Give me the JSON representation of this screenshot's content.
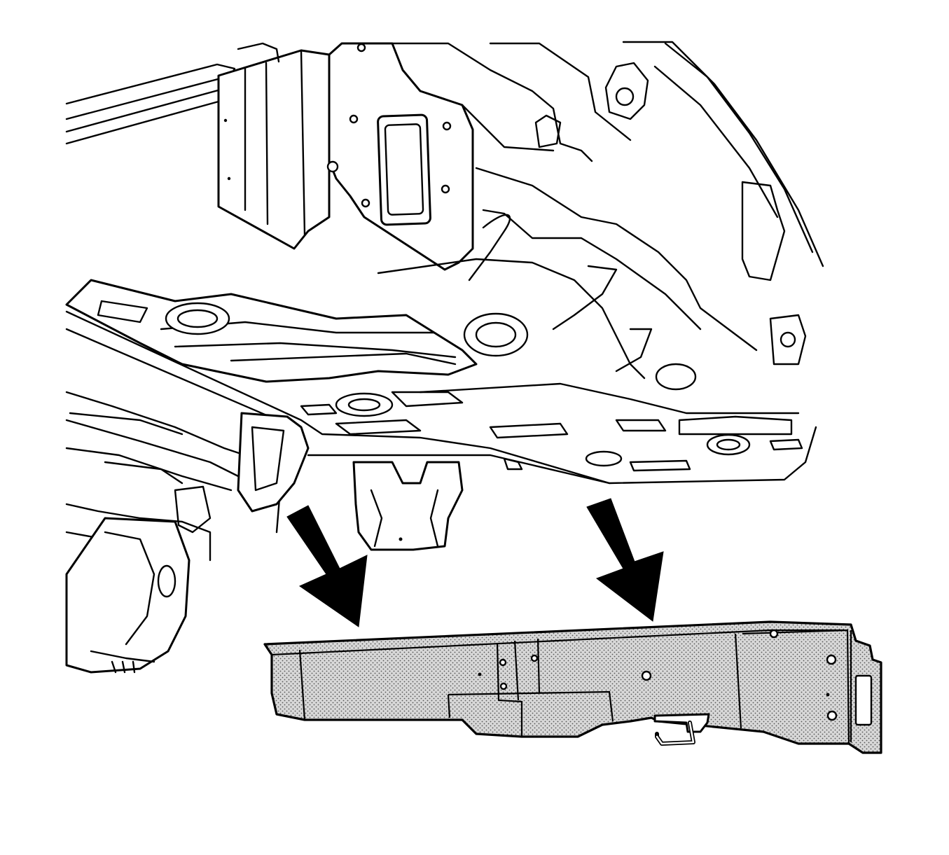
{
  "diagram": {
    "style": "black line-art technical illustration",
    "background_color": "#ffffff",
    "line_color": "#000000",
    "highlight_fill": "stippled grey",
    "arrow_count": 2,
    "arrow_direction": "down-right"
  }
}
